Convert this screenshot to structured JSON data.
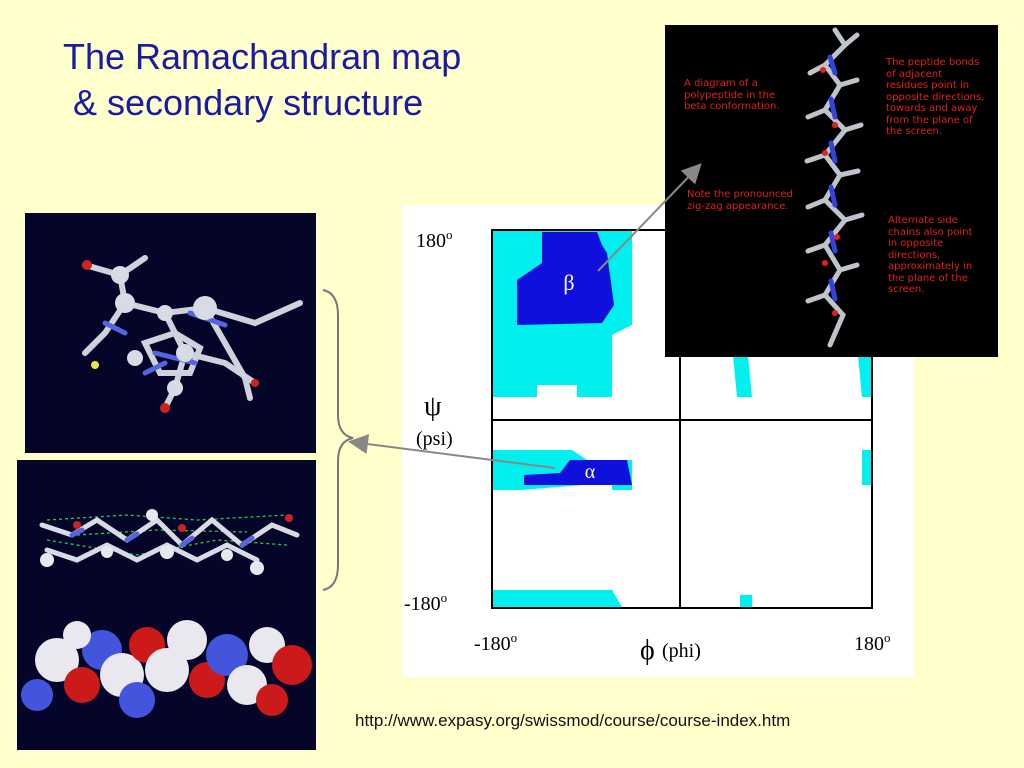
{
  "slide": {
    "title_line1": "The Ramachandran map",
    "title_line2": "& secondary structure",
    "source_url": "http://www.expasy.org/swissmod/course/course-index.htm"
  },
  "ramachandran_plot": {
    "y_top": "180",
    "y_bottom": "-180",
    "x_left": "-180",
    "x_right": "180",
    "degree_symbol": "o",
    "psi_symbol": "ψ",
    "psi_label": "(psi)",
    "phi_symbol": "ϕ",
    "phi_label": "(phi)",
    "beta_label": "β",
    "alpha_label": "α",
    "colors": {
      "core_region": "#1010dd",
      "allowed_region": "#00f0f0",
      "grid": "#000000"
    }
  },
  "beta_panel": {
    "note_left_top": [
      "A diagram of a",
      "polypeptide in the",
      "beta conformation."
    ],
    "note_left_mid": [
      "Note the pronounced",
      "zig-zag appearance."
    ],
    "note_right_top": [
      "The peptide bonds",
      "of adjacent",
      "residues point in",
      "opposite directions,",
      "towards and away",
      "from the plane of",
      "the screen."
    ],
    "note_right_bottom": [
      "Alternate side",
      "chains also point",
      "in opposite",
      "directions,",
      "approximately in",
      "the plane of the",
      "screen."
    ]
  }
}
